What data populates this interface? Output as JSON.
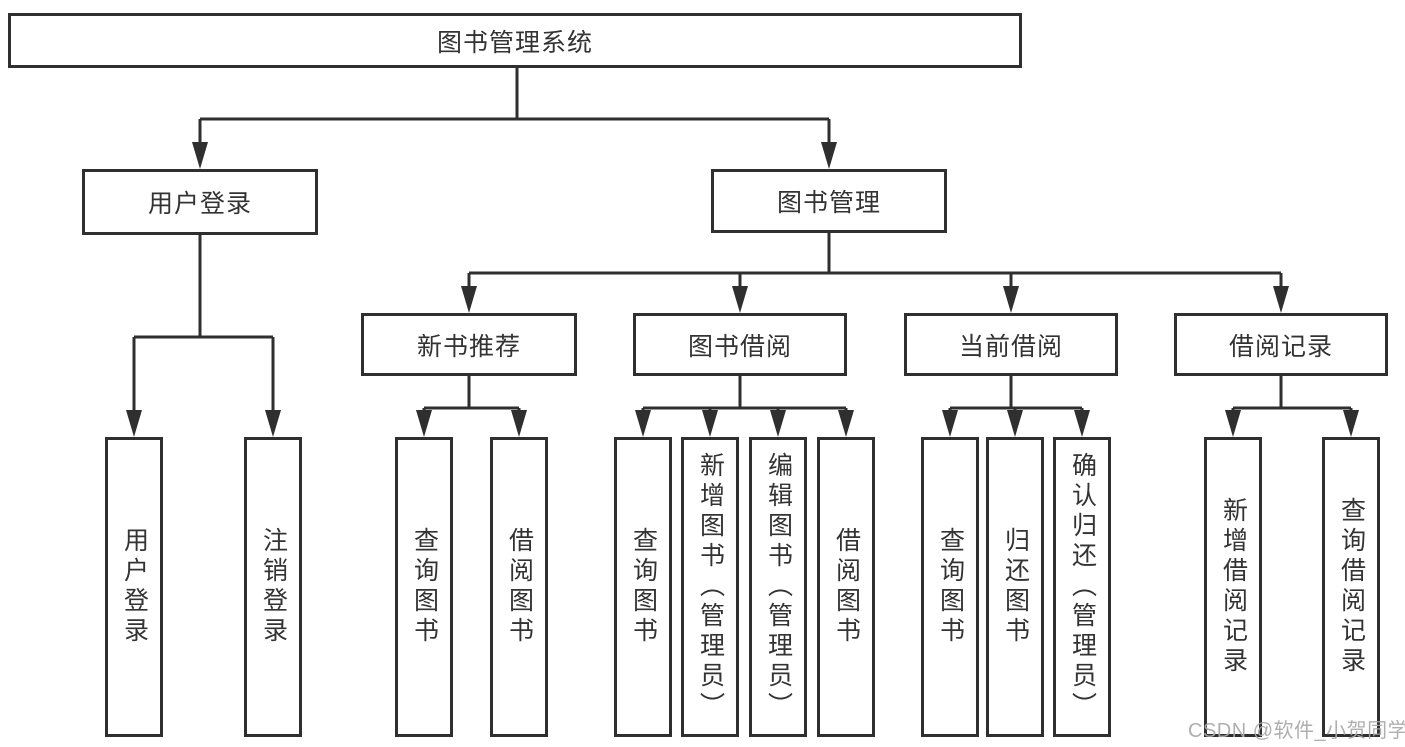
{
  "colors": {
    "line": "#2f2f2f",
    "text": "#333333",
    "background": "#ffffff",
    "watermark": "#a8a8a8"
  },
  "nodes": {
    "root": {
      "label": "图书管理系统"
    },
    "user_login": {
      "label": "用户登录"
    },
    "book_management": {
      "label": "图书管理"
    },
    "new_book_recommend": {
      "label": "新书推荐"
    },
    "book_borrow": {
      "label": "图书借阅"
    },
    "current_borrow": {
      "label": "当前借阅"
    },
    "borrow_records": {
      "label": "借阅记录"
    },
    "user_login_leaf": {
      "label": "用户登录"
    },
    "logout_leaf": {
      "label": "注销登录"
    },
    "recommend_query_book": {
      "label": "查询图书"
    },
    "recommend_borrow_book": {
      "label": "借阅图书"
    },
    "borrow_query_book": {
      "label": "查询图书"
    },
    "borrow_add_book": {
      "label": "新增图书（管理员）"
    },
    "borrow_edit_book": {
      "label": "编辑图书（管理员）"
    },
    "borrow_borrow_book": {
      "label": "借阅图书"
    },
    "current_query_book": {
      "label": "查询图书"
    },
    "current_return_book": {
      "label": "归还图书"
    },
    "current_confirm_return": {
      "label": "确认归还（管理员）"
    },
    "records_add_record": {
      "label": "新增借阅记录"
    },
    "records_query_record": {
      "label": "查询借阅记录"
    }
  },
  "watermark": {
    "text": "CSDN @软件_小贺同学"
  }
}
